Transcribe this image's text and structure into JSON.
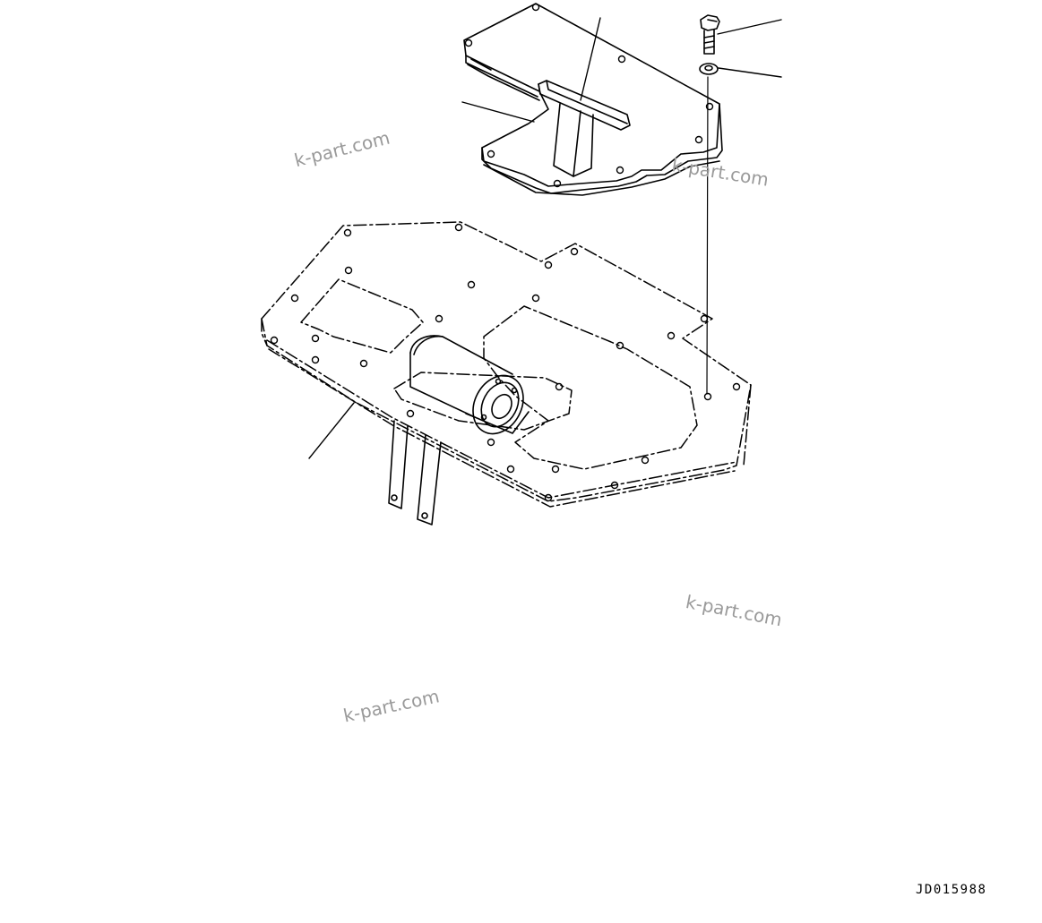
{
  "drawing": {
    "code": "JD015988",
    "line_color": "#000000",
    "background": "#ffffff"
  },
  "watermarks": [
    {
      "text": "k-part.com",
      "color": "#9a9a9a"
    },
    {
      "text": "k-part.com",
      "color": "#9a9a9a"
    },
    {
      "text": "k-part.com",
      "color": "#9a9a9a"
    },
    {
      "text": "k-part.com",
      "color": "#9a9a9a"
    }
  ]
}
